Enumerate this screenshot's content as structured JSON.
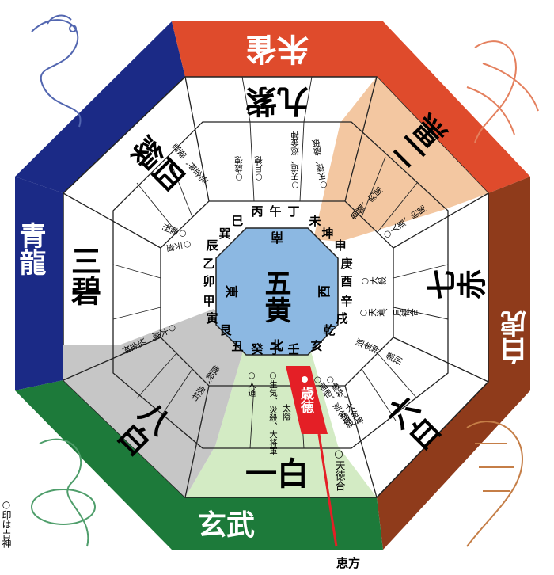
{
  "guardians": {
    "south": "朱雀",
    "north": "玄武",
    "east": "青龍",
    "west": "白虎"
  },
  "center": {
    "star": "五黄",
    "dir_south": "南",
    "dir_north": "北",
    "dir_east": "東",
    "dir_west": "西"
  },
  "stars": {
    "south": "九紫",
    "southwest": "二黒",
    "west": "七赤",
    "northwest": "六白",
    "north": "一白",
    "northeast": "八白",
    "east": "三碧",
    "southeast": "四緑"
  },
  "zodiac": {
    "n1": "壬",
    "n2": "子",
    "n3": "癸",
    "ne1": "丑",
    "ne2": "艮",
    "ne3": "寅",
    "e1": "甲",
    "e2": "卯",
    "e3": "乙",
    "se1": "辰",
    "se2": "巽",
    "se3": "巳",
    "s1": "丙",
    "s2": "午",
    "s3": "丁",
    "sw1": "未",
    "sw2": "坤",
    "sw3": "申",
    "w1": "庚",
    "w2": "酉",
    "w3": "辛",
    "nw1": "戌",
    "nw2": "乾",
    "nw3": "亥"
  },
  "gods": {
    "north_1": "○人道",
    "north_2": "○生気、災殺、大将軍",
    "north_3": "太陰",
    "ne_1": "歳殺、病符",
    "e_1": "○大歳、巡金神",
    "e_2": "○天道",
    "se_1": "○歳刑",
    "se_2": "巡金神、蚕室",
    "s_1": "○歳徳",
    "s_2": "○月徳",
    "sw_1": "○天道、巡金神",
    "sw_2": "○天徳、歳破",
    "sw_3": "黄幡、豹尾",
    "w_1": "○人道、豹尾",
    "w_2": "○大殺",
    "w_3": "○天道、月徳合",
    "w_4": "巡金神、歳刑",
    "nw_1": "○歳禄、大金神",
    "nw_2": "○福徳、巡金神",
    "nw_3": "劫殺"
  },
  "lucky": {
    "label": "歳徳",
    "tentokugo": "○天徳合",
    "ehou": "恵方"
  },
  "legend": "○印は吉神",
  "colors": {
    "blue": "#1b2a86",
    "red": "#df4b2c",
    "brown": "#8f3b1b",
    "green": "#1d7a3a",
    "center": "#8cb8e2",
    "peach": "#f3c7a1",
    "lightgreen": "#d3ebc4",
    "gray": "#c6c6c6",
    "highlight": "#e41f26"
  }
}
